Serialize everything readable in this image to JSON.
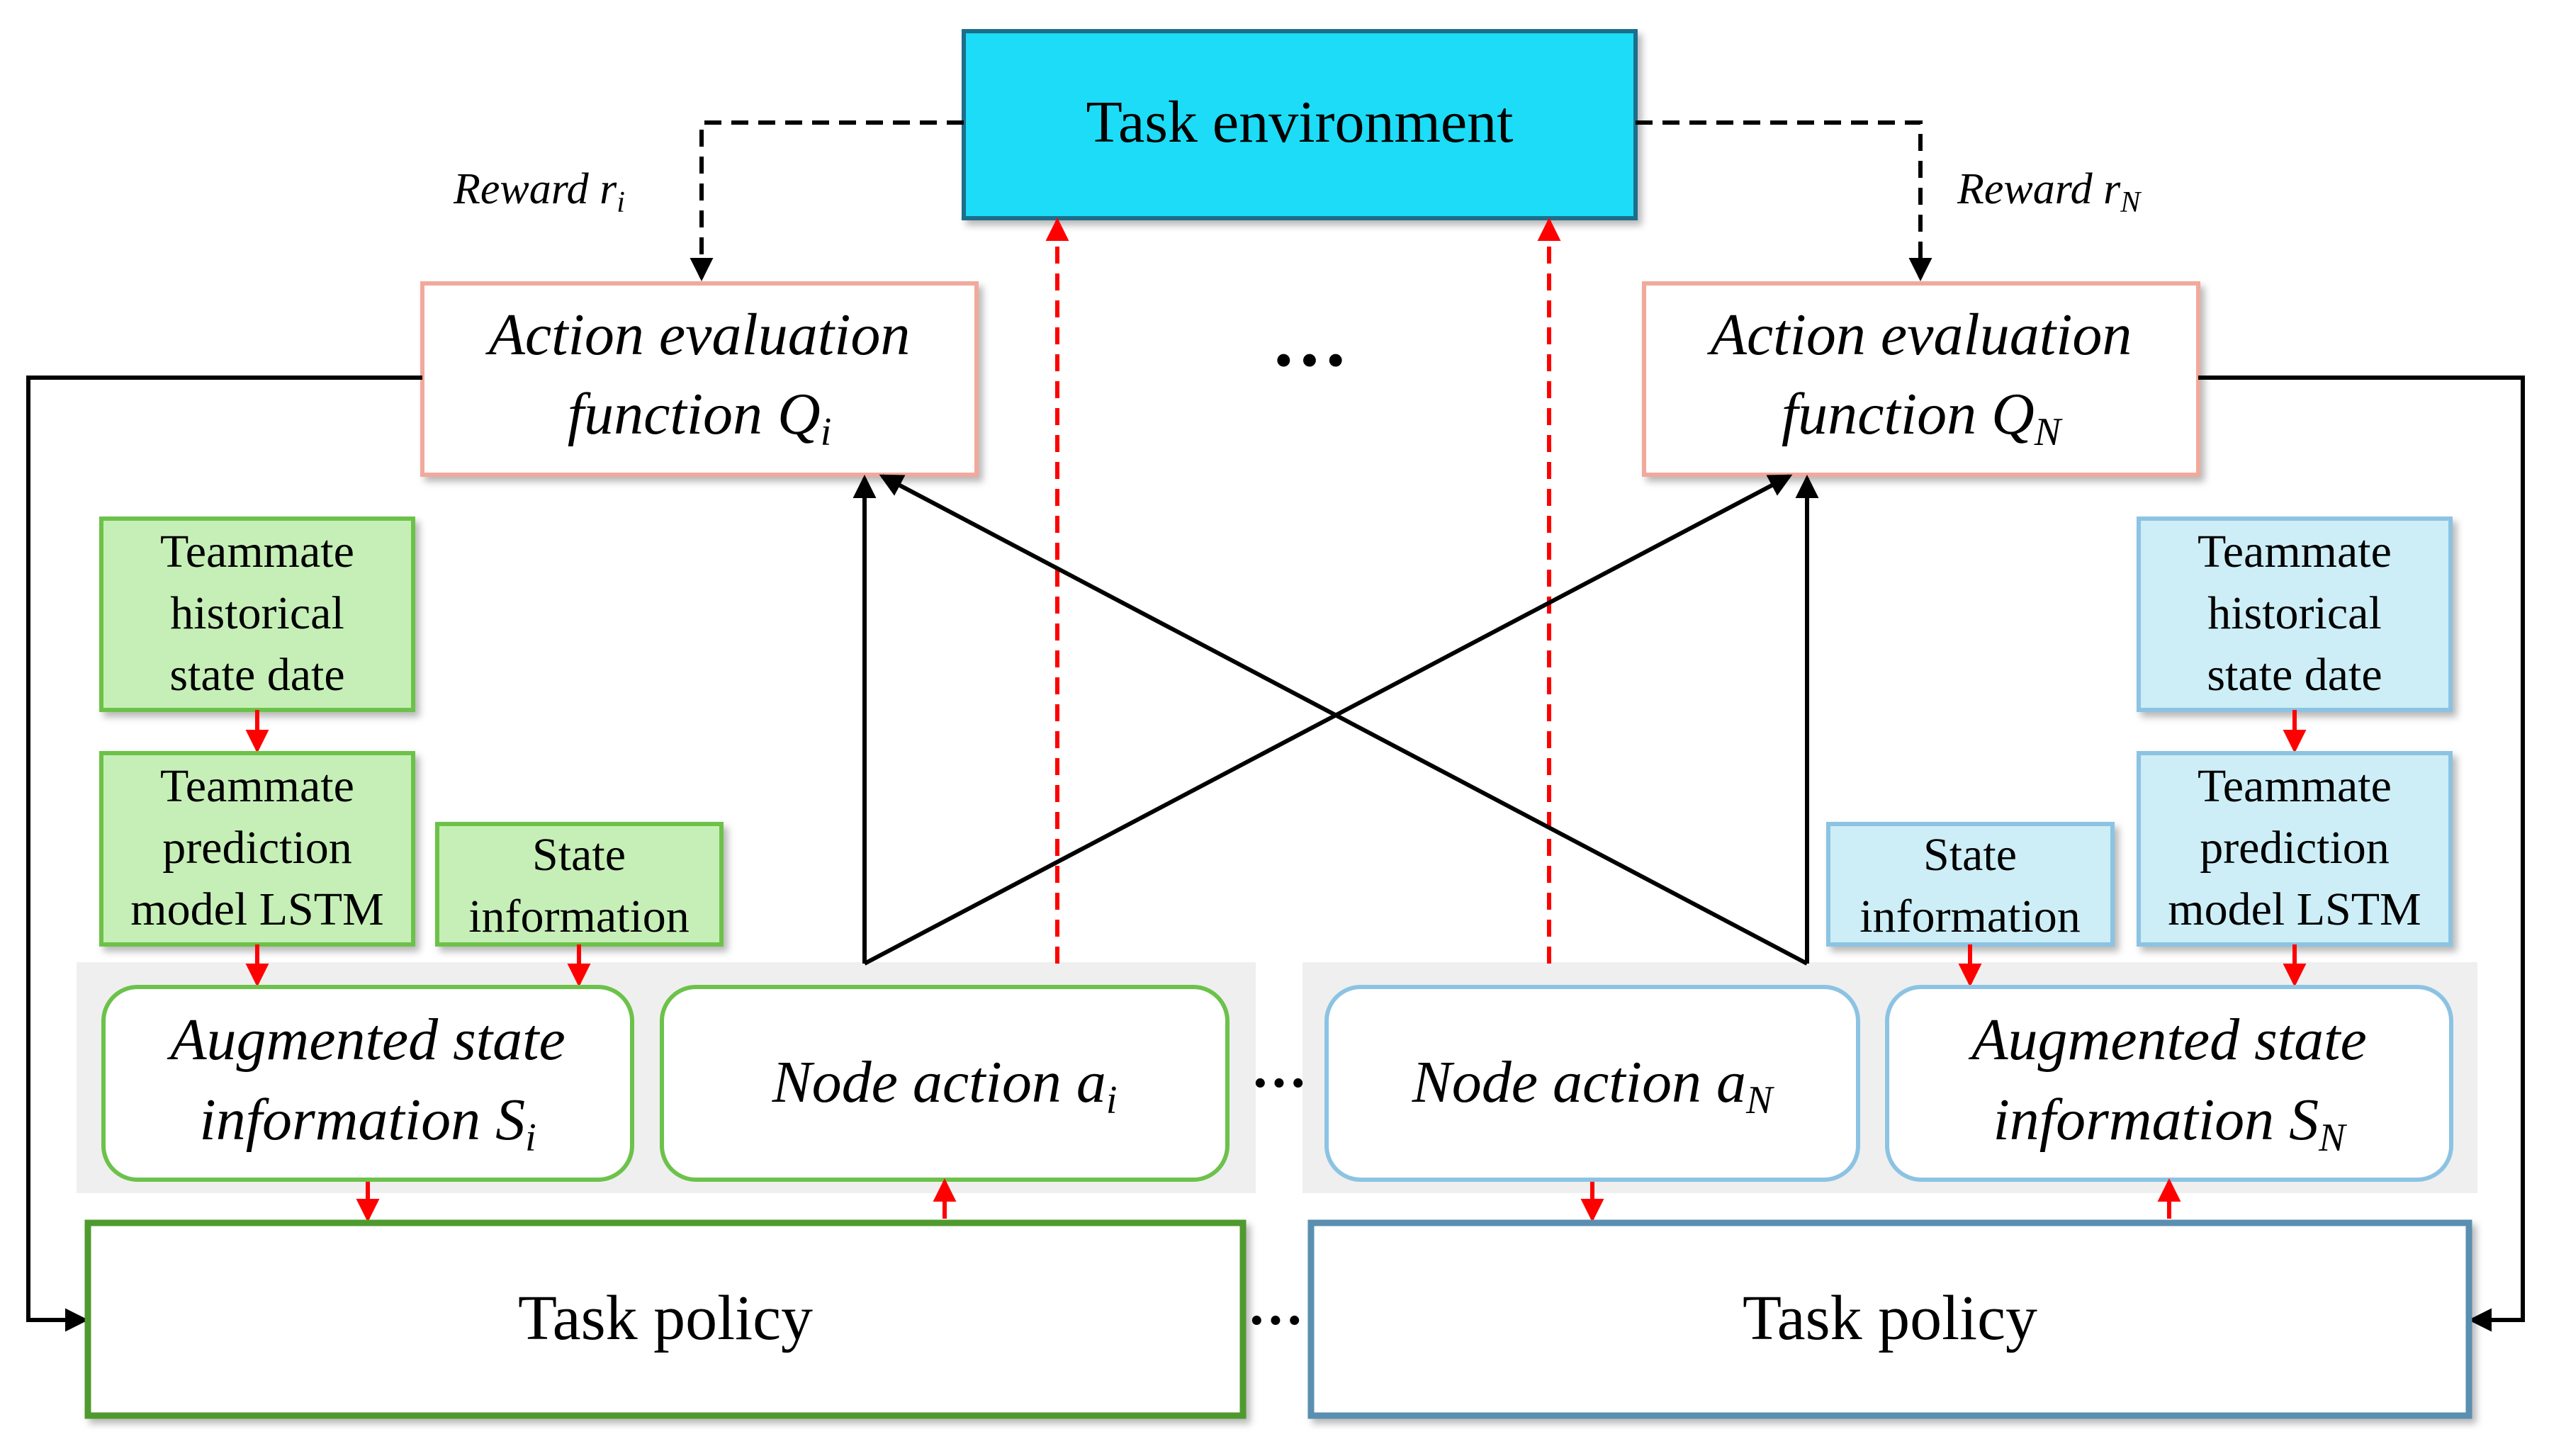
{
  "diagram": {
    "task_environment": "Task environment",
    "reward_left": {
      "text": "Reward r",
      "sub": "i"
    },
    "reward_right": {
      "text": "Reward r",
      "sub": "N"
    },
    "ellipsis": "···",
    "q_left": {
      "line1": "Action evaluation",
      "line2": "function Q",
      "sub": "i"
    },
    "q_right": {
      "line1": "Action evaluation",
      "line2": "function Q",
      "sub": "N"
    },
    "left_agent": {
      "historical": [
        "Teammate",
        "historical",
        "state date"
      ],
      "lstm": [
        "Teammate",
        "prediction",
        "model LSTM"
      ],
      "state_info": [
        "State",
        "information"
      ],
      "augmented": {
        "line1": "Augmented state",
        "line2": "information S",
        "sub": "i"
      },
      "node_action": {
        "text": "Node action a",
        "sub": "i"
      },
      "task_policy": "Task policy"
    },
    "right_agent": {
      "historical": [
        "Teammate",
        "historical",
        "state date"
      ],
      "lstm": [
        "Teammate",
        "prediction",
        "model LSTM"
      ],
      "state_info": [
        "State",
        "information"
      ],
      "augmented": {
        "line1": "Augmented state",
        "line2": "information S",
        "sub": "N"
      },
      "node_action": {
        "text": "Node action a",
        "sub": "N"
      },
      "task_policy": "Task policy"
    },
    "colors": {
      "env_fill": "#1ddcf7",
      "env_stroke": "#1d6e8c",
      "q_stroke": "#f2a99c",
      "green_fill": "#c6efb7",
      "green_stroke": "#6cc24a",
      "blue_fill": "#cdeef6",
      "blue_stroke": "#8cc3e3",
      "policy_left_stroke": "#4f9a2e",
      "policy_right_stroke": "#5a8fb0",
      "red_arrow": "#ff0000",
      "band_fill": "#efefef"
    }
  }
}
